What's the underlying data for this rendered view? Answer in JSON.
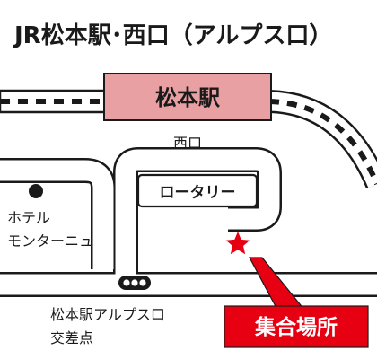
{
  "title": "JR松本駅･西口（アルプス口）",
  "station": {
    "name": "松本駅",
    "fill_color": "#e9a0a3"
  },
  "exit_label": "西口",
  "rotary_label": "ロータリー",
  "hotel": {
    "line1": "ホテル",
    "line2": "モンターニュ"
  },
  "intersection": {
    "line1": "松本駅アルプス口",
    "line2": "交差点"
  },
  "meeting_point": {
    "label": "集合場所",
    "color": "#e60012"
  }
}
